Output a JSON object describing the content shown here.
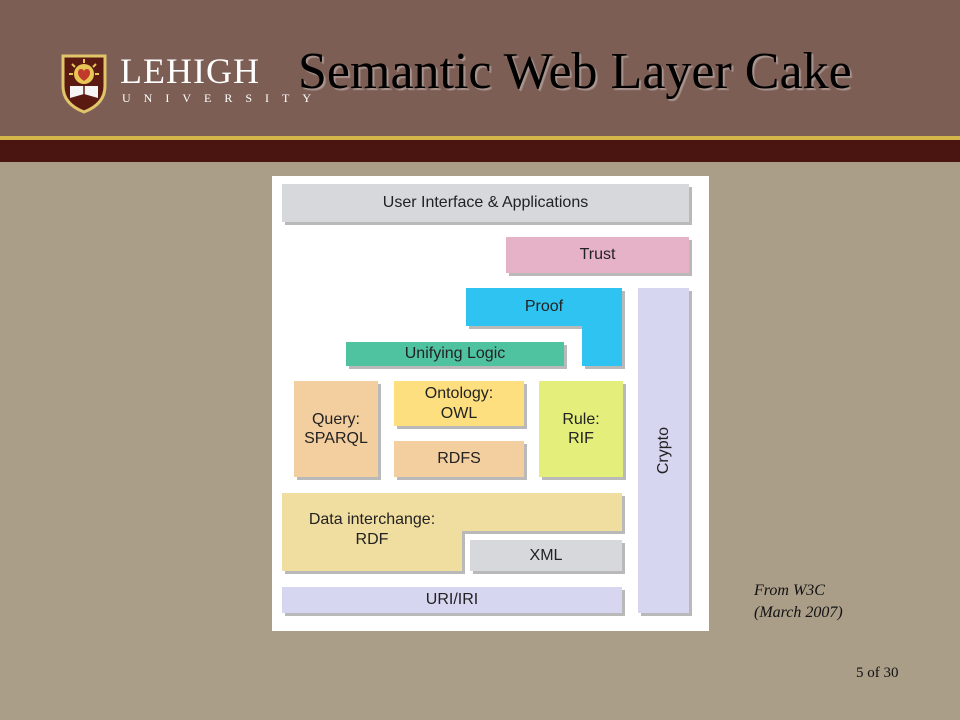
{
  "header": {
    "logo_name": "LEHIGH",
    "logo_sub": "UNIVERSITY",
    "title": "Semantic Web Layer Cake"
  },
  "diagram": {
    "ui_apps": "User Interface & Applications",
    "trust": "Trust",
    "proof": "Proof",
    "unifying_logic": "Unifying Logic",
    "query_line1": "Query:",
    "query_line2": "SPARQL",
    "ontology_line1": "Ontology:",
    "ontology_line2": "OWL",
    "rule_line1": "Rule:",
    "rule_line2": "RIF",
    "rdfs": "RDFS",
    "data_line1": "Data interchange:",
    "data_line2": "RDF",
    "xml": "XML",
    "uri": "URI/IRI",
    "crypto": "Crypto"
  },
  "source": {
    "line1": "From W3C",
    "line2": "(March 2007)"
  },
  "slide": {
    "number": "5 of 30"
  },
  "colors": {
    "header_bg": "#7c5e55",
    "gold_line": "#d3b54a",
    "maroon_band": "#4a1410",
    "slide_bg": "#ab9e89",
    "ui_apps": "#d7d8dc",
    "trust": "#e6b2c7",
    "proof": "#2ec3f0",
    "unifying_logic": "#4fc3a0",
    "query": "#f3cf9f",
    "ontology": "#fddf7f",
    "rule": "#e4ee7a",
    "rdfs": "#f3cf9f",
    "data_interchange": "#f0dda0",
    "xml": "#d7d8dc",
    "uri": "#d6d6f0",
    "crypto": "#d6d6f0"
  }
}
